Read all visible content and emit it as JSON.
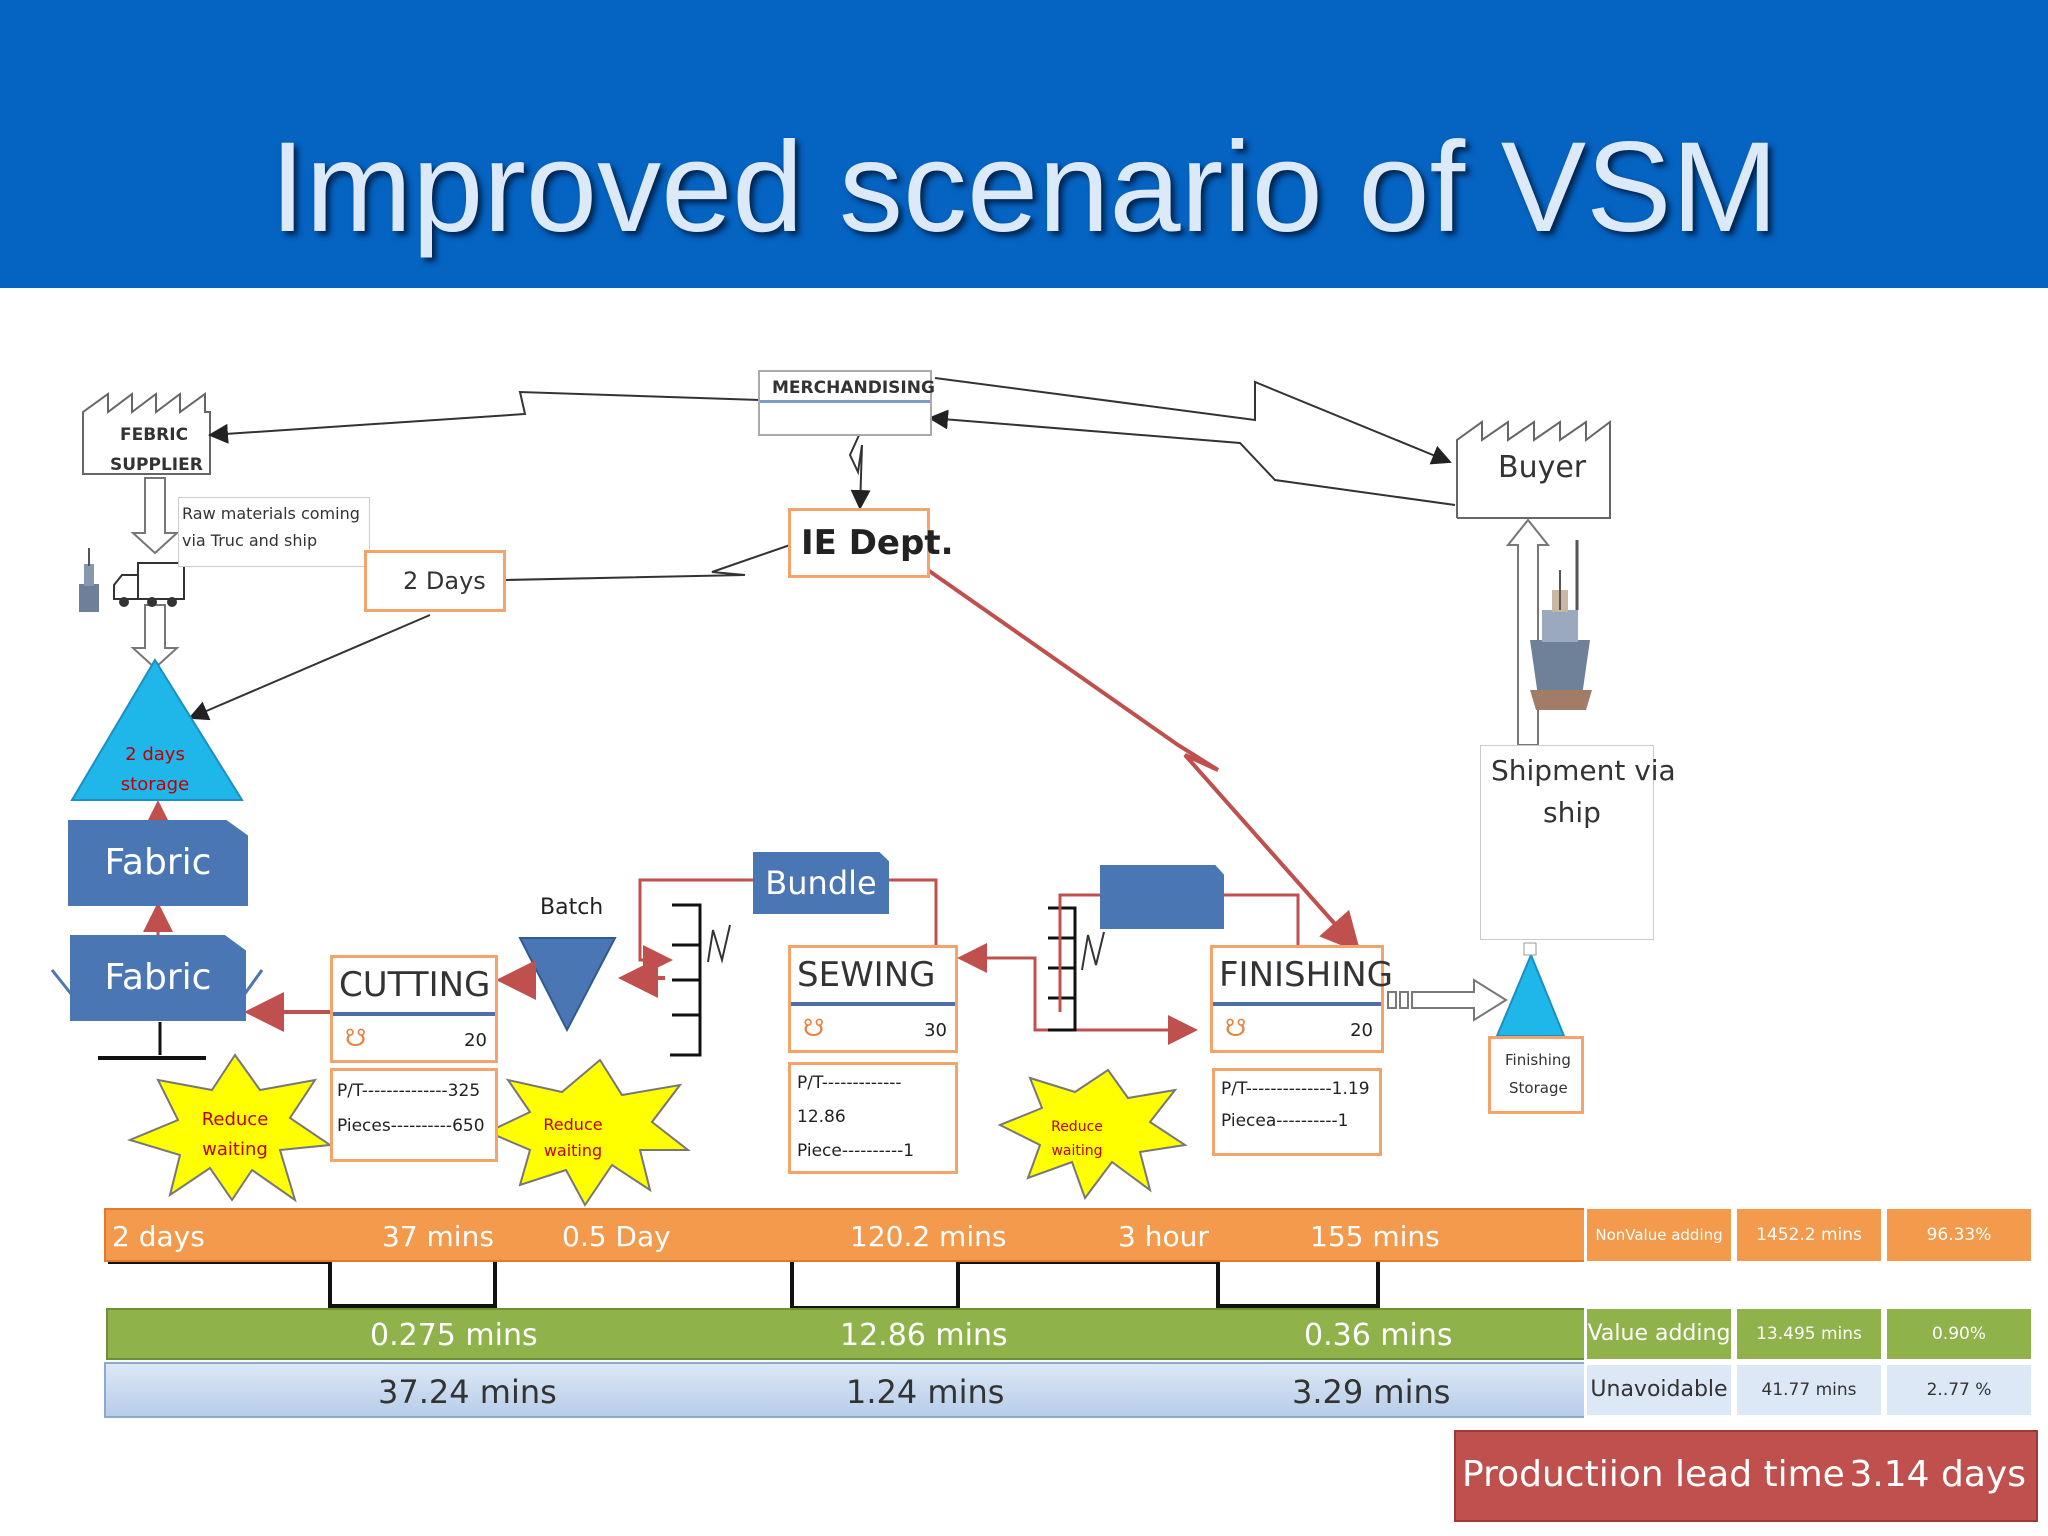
{
  "slide": {
    "title": "Improved scenario of VSM",
    "header_color": "#0563c1"
  },
  "diagram": {
    "merchandising": "MERCHANDISING",
    "supplier": [
      "FEBRIC",
      "SUPPLIER"
    ],
    "buyer": "Buyer",
    "raw_materials": [
      "Raw materials coming",
      "via Truc and ship"
    ],
    "two_days": "2 Days",
    "ie_dept": "IE Dept.",
    "storage": [
      "2 days",
      "storage"
    ],
    "fabric_top": "Fabric",
    "fabric_bottom": "Fabric",
    "batch": "Batch",
    "bundle": "Bundle",
    "shipment": [
      "Shipment via",
      "ship"
    ],
    "finishing_storage": [
      "Finishing",
      "Storage"
    ],
    "processes": {
      "cutting": {
        "name": "CUTTING",
        "operators": "20",
        "pt": "P/T--------------325",
        "pieces": "Pieces----------650"
      },
      "sewing": {
        "name": "SEWING",
        "operators": "30",
        "pt": "P/T-------------",
        "pt_value": "12.86",
        "pieces": "Piece----------1"
      },
      "finishing": {
        "name": "FINISHING",
        "operators": "20",
        "pt": "P/T--------------1.19",
        "pieces": "Piecea----------1"
      }
    },
    "bursts": [
      [
        "Reduce",
        "waiting"
      ],
      [
        "Reduce",
        "waiting"
      ],
      [
        "Reduce",
        "waiting"
      ]
    ]
  },
  "timeline": {
    "nva_bar": [
      "2 days",
      "37 mins",
      "0.5 Day",
      "120.2 mins",
      "3 hour",
      "155 mins"
    ],
    "va_bar": [
      "0.275 mins",
      "12.86 mins",
      "0.36 mins"
    ],
    "unavoidable_bar": [
      "37.24 mins",
      "1.24 mins",
      "3.29 mins"
    ],
    "summary": [
      {
        "label": "NonValue adding",
        "time": "1452.2 mins",
        "percent": "96.33%"
      },
      {
        "label": "Value adding",
        "time": "13.495 mins",
        "percent": "0.90%"
      },
      {
        "label": "Unavoidable",
        "time": "41.77 mins",
        "percent": "2..77 %"
      }
    ],
    "lead_time": {
      "label": "Productiion lead time",
      "value": "3.14 days"
    }
  },
  "colors": {
    "orange": "#f39a4c",
    "green": "#8fb24a",
    "light_blue": "#c6d9f1",
    "red": "#c0504d",
    "process_blue": "#4a76b3",
    "cyan": "#1fb6ea",
    "burst_yellow": "#ffff00"
  }
}
